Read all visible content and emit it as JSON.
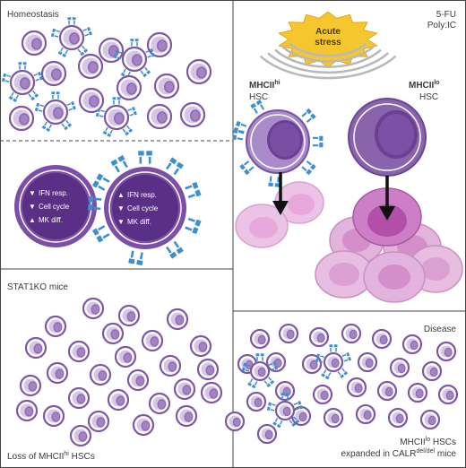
{
  "panels": {
    "homeostasis": {
      "title": "Homeostasis"
    },
    "acute": {
      "treatment_line1": "5-FU",
      "treatment_line2": "Poly:IC",
      "stress_line1": "Acute",
      "stress_line2": "stress",
      "mhc_hi_main": "MHCII",
      "mhc_hi_sup": "hi",
      "mhc_lo_main": "MHCII",
      "mhc_lo_sup": "lo",
      "hsc_label": "HSC"
    },
    "receptor_detail": {
      "left_cell": [
        "IFN resp.",
        "Cell cycle",
        "MK diff."
      ],
      "right_cell": [
        "IFN resp.",
        "Cell cycle",
        "MK diff."
      ]
    },
    "stat1ko": {
      "title": "STAT1KO mice",
      "footer_prefix": "Loss of MHCII",
      "footer_sup": "hi",
      "footer_suffix": " HSCs"
    },
    "disease": {
      "title": "Disease",
      "line1_prefix": "MHCII",
      "line1_sup": "lo",
      "line1_suffix": " HSCs",
      "line2": "expanded in CALR",
      "line2_sup": "del/del",
      "line2_suffix": " mice"
    }
  },
  "colors": {
    "hsc_outer": "#8a63ad",
    "hsc_membrane": "#ffffff",
    "hsc_inner": "#c7b4dd",
    "nucleus": "#6b3f93",
    "progeny": "#e9b6e2",
    "progeny_nucleus": "#cf7dc4",
    "receptor": "#3d8fd0",
    "stress_star": "#f6c62e",
    "divider": "#555555"
  }
}
